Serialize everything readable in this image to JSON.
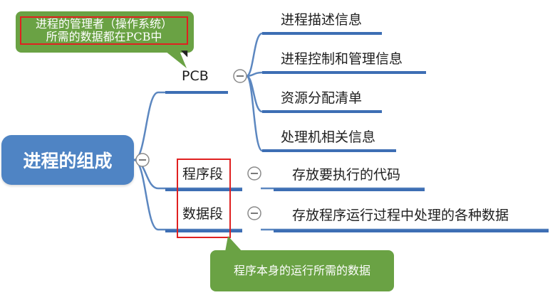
{
  "root": {
    "label": "进程的组成"
  },
  "branches": [
    {
      "label": "PCB"
    },
    {
      "label": "程序段"
    },
    {
      "label": "数据段"
    }
  ],
  "pcb_children": [
    {
      "label": "进程描述信息"
    },
    {
      "label": "进程控制和管理信息"
    },
    {
      "label": "资源分配清单"
    },
    {
      "label": "处理机相关信息"
    }
  ],
  "program_child": {
    "label": "存放要执行的代码"
  },
  "data_child": {
    "label": "存放程序运行过程中处理的各种数据"
  },
  "callouts": {
    "top_line1": "进程的管理者（操作系统）",
    "top_line2": "所需的数据都在PCB中",
    "bottom": "程序本身的运行所需的数据"
  },
  "icons": {
    "collapse": "minus-circle-icon",
    "cursor": "mouse-cursor-icon"
  },
  "colors": {
    "root_fill": "#4f84c4",
    "connector": "#5c87c0",
    "underline": "#3d6eb4",
    "callout_fill": "#6aa244",
    "highlight": "#e02020"
  }
}
